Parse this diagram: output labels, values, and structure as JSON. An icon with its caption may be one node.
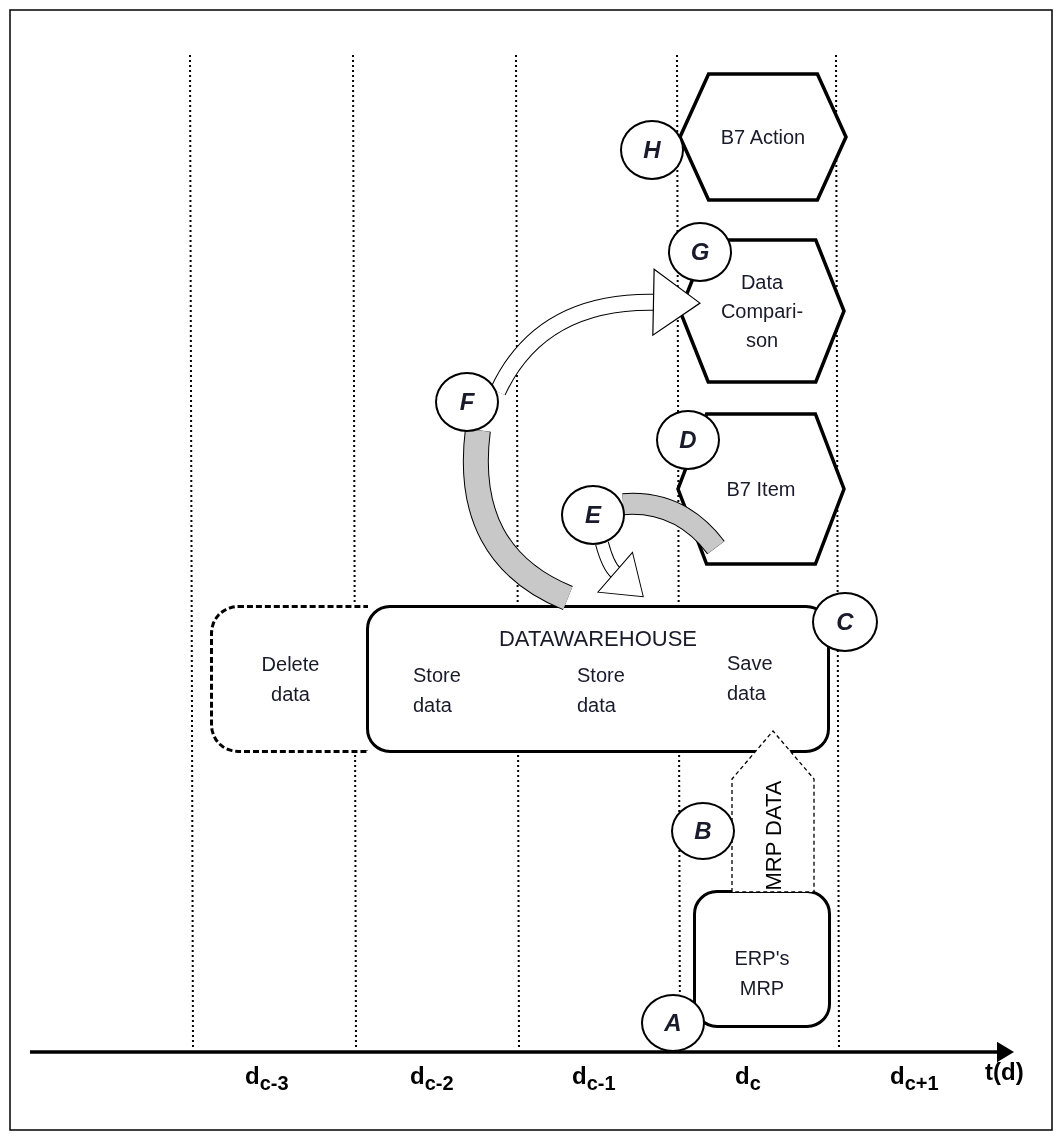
{
  "diagram": {
    "nodes": [
      {
        "text": [
          "H"
        ]
      },
      {
        "text": [
          "B7 Action"
        ]
      },
      {
        "text": [
          "G"
        ]
      },
      {
        "text": [
          "Data Compari- son"
        ]
      },
      {
        "text": [
          "F"
        ]
      },
      {
        "text": [
          "D"
        ]
      },
      {
        "text": [
          "B7 Item"
        ]
      },
      {
        "text": [
          "E"
        ]
      },
      {
        "text": [
          "Delete data"
        ]
      },
      {
        "text": [
          "DATAWAREHOUSE",
          "Store data",
          "Store data",
          "Save data"
        ]
      },
      {
        "text": [
          "C"
        ]
      },
      {
        "text": [
          "B"
        ]
      },
      {
        "text": [
          "ERP's MRP"
        ]
      },
      {
        "text": [
          "A"
        ]
      }
    ],
    "edges": [
      {
        "from": 4,
        "to": 3,
        "arrow": "to"
      },
      {
        "from": 4,
        "to": 9,
        "arrow": "none",
        "color": "#c8c8c8"
      },
      {
        "from": 7,
        "to": 6,
        "arrow": "none",
        "color": "#c8c8c8"
      },
      {
        "from": 7,
        "to": 9,
        "arrow": "to"
      },
      {
        "from": 12,
        "to": 9,
        "arrow": "to",
        "style": "dashed",
        "label": "MRP DATA"
      }
    ],
    "labels": [
      "d$_{c-3}$",
      "d$_{c-2}$",
      "d$_{c-1}$",
      "d$_{c}$",
      "d$_{c+1}$",
      "t(d)"
    ]
  }
}
